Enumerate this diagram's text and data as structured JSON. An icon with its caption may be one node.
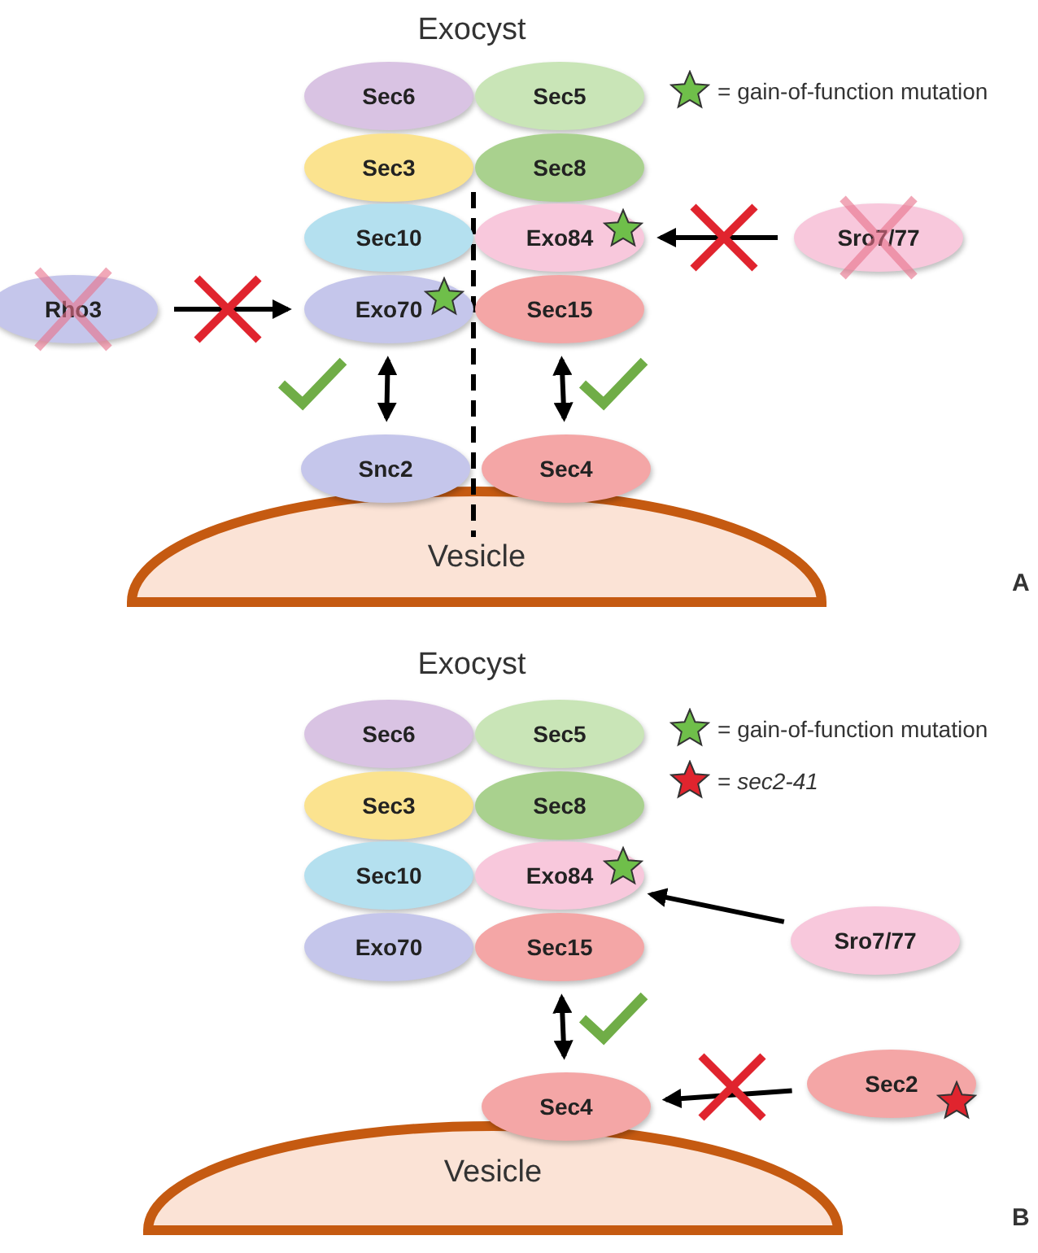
{
  "diagram": {
    "nodes": [
      {
        "text": [
          "Sec6"
        ]
      },
      {
        "text": [
          "Sec5"
        ]
      },
      {
        "text": [
          "Sec3"
        ]
      },
      {
        "text": [
          "Sec8"
        ]
      },
      {
        "text": [
          "Sec10"
        ]
      },
      {
        "text": [
          "Exo84"
        ]
      },
      {
        "text": [
          "Sro7/77"
        ]
      },
      {
        "text": [
          "Rho3"
        ]
      },
      {
        "text": [
          "Exo70"
        ]
      },
      {
        "text": [
          "Sec15"
        ]
      },
      {
        "text": [
          "Snc2"
        ]
      },
      {
        "text": [
          "Sec4"
        ]
      },
      {
        "text": [
          "Vesicle"
        ]
      },
      {
        "text": [
          "Sec6"
        ]
      },
      {
        "text": [
          "Sec5"
        ]
      },
      {
        "text": [
          "Sec3"
        ]
      },
      {
        "text": [
          "Sec8"
        ]
      },
      {
        "text": [
          "Sec10"
        ]
      },
      {
        "text": [
          "Exo84"
        ]
      },
      {
        "text": [
          "Sro7/77"
        ]
      },
      {
        "text": [
          "Exo70"
        ]
      },
      {
        "text": [
          "Sec15"
        ]
      },
      {
        "text": [
          "Sec2"
        ]
      },
      {
        "text": [
          "Sec4"
        ]
      },
      {
        "text": [
          "Vesicle"
        ]
      }
    ],
    "edges": [
      {
        "from": 6,
        "to": 5,
        "arrow": "to"
      },
      {
        "from": 7,
        "to": 8,
        "arrow": "to"
      },
      {
        "from": 8,
        "to": 10,
        "arrow": "both"
      },
      {
        "from": 9,
        "to": 11,
        "arrow": "both"
      },
      {
        "from": 19,
        "to": 18,
        "arrow": "to"
      },
      {
        "from": 21,
        "to": 23,
        "arrow": "both"
      },
      {
        "from": 22,
        "to": 23,
        "arrow": "to"
      }
    ],
    "labels": [
      "Exocyst",
      "A",
      "Exocyst",
      "B"
    ],
    "legend": [
      {
        "text": "= gain-of-function mutation"
      },
      {
        "text": "= gain-of-function mutation"
      },
      {
        "text": "= *sec2-41*"
      }
    ]
  }
}
